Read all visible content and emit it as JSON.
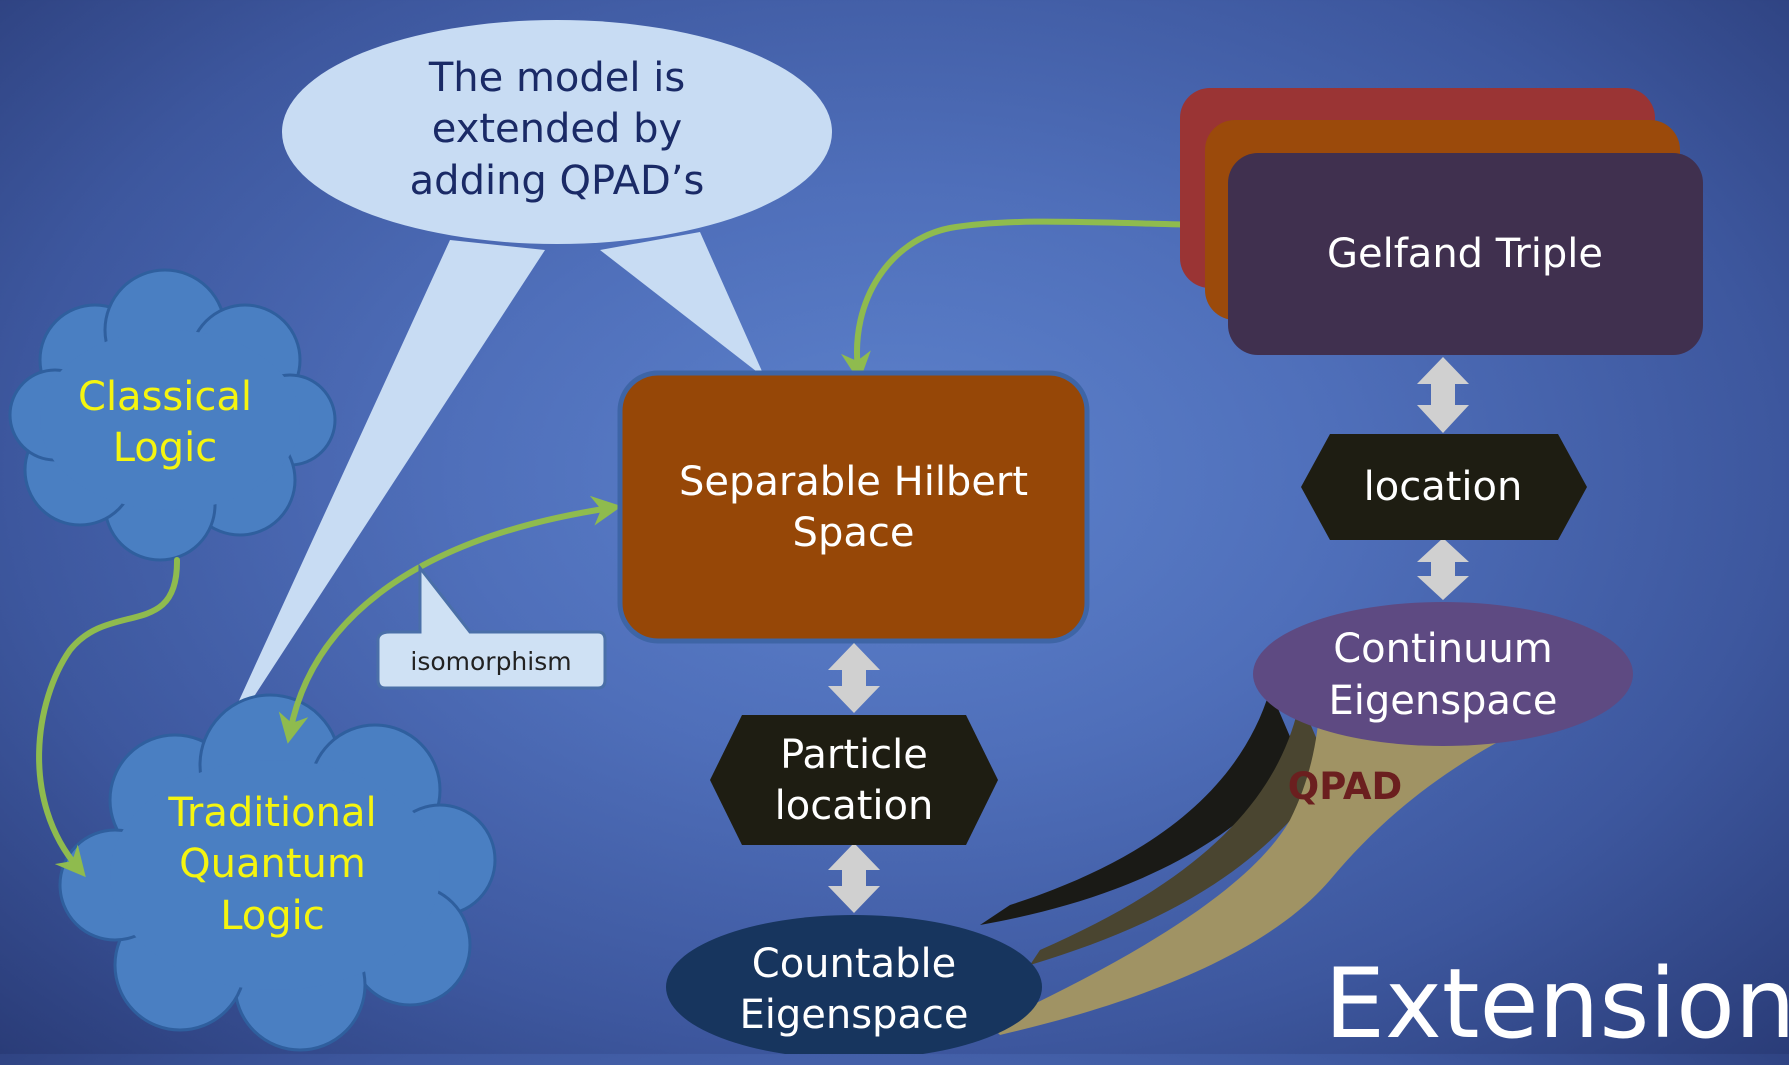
{
  "callout_text": "The model is\nextended by\nadding QPAD’s",
  "nodes": {
    "classical_logic": "Classical\nLogic",
    "traditional_quantum_logic": "Traditional\nQuantum\nLogic",
    "separable_hilbert_space": "Separable Hilbert\nSpace",
    "particle_location": "Particle\nlocation",
    "countable_eigenspace": "Countable\nEigenspace",
    "gelfand_triple": "Gelfand Triple",
    "location": "location",
    "continuum_eigenspace": "Continuum\nEigenspace",
    "qpad": "QPAD"
  },
  "isomorphism_label": "isomorphism",
  "slide_title": "Extension",
  "colors": {
    "cloud": "#4a7fc2",
    "hilbert_box": "#964707",
    "gelfand_back_red": "#9a3434",
    "gelfand_back_orange": "#9b4a0b",
    "gelfand_front": "#40304f",
    "hexagon": "#1e1d12",
    "countable_ellipse": "#17355e",
    "continuum_ellipse": "#5e4a82",
    "qpad_olive": "#a09364",
    "callout": "#c8dcf3",
    "arrow_green": "#8fbb4e",
    "double_arrow": "#d0d0d0"
  }
}
